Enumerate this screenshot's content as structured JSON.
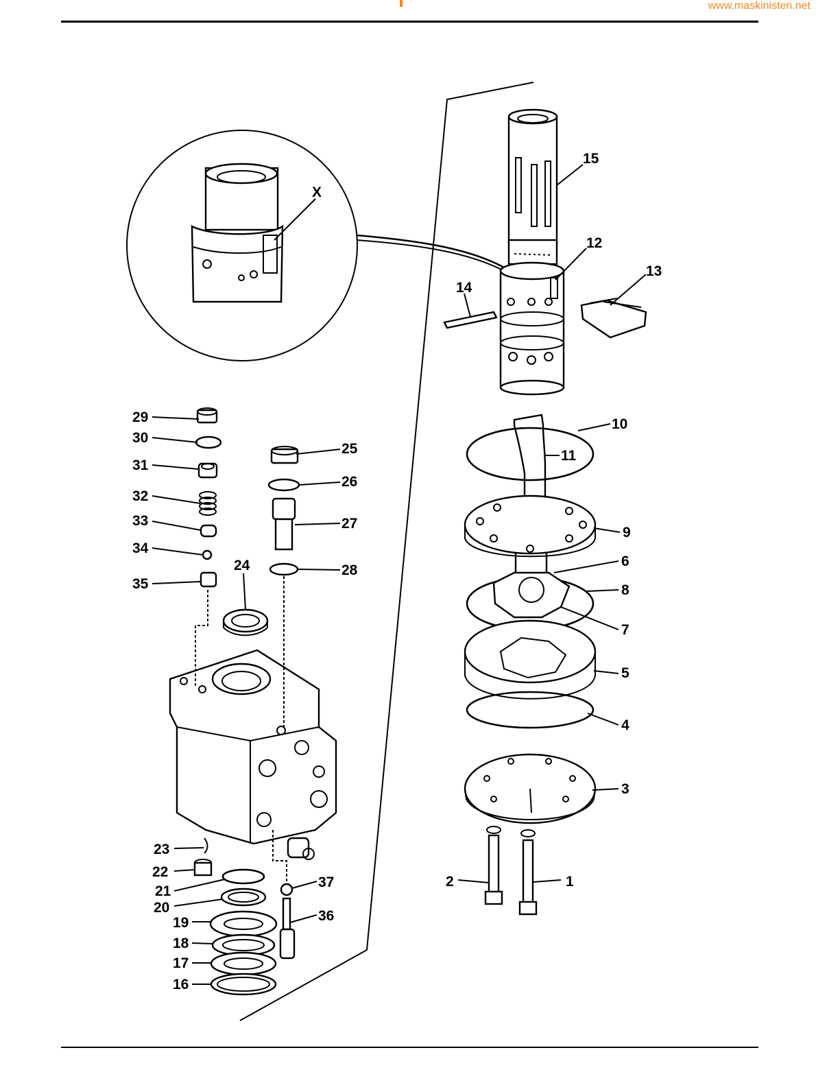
{
  "header": {
    "url": "www.maskinisten.net",
    "accent_color": "#f08a24"
  },
  "diagram": {
    "detail_label": "X",
    "callouts": [
      {
        "id": "c1",
        "text": "1"
      },
      {
        "id": "c2",
        "text": "2"
      },
      {
        "id": "c3",
        "text": "3"
      },
      {
        "id": "c4",
        "text": "4"
      },
      {
        "id": "c5",
        "text": "5"
      },
      {
        "id": "c6",
        "text": "6"
      },
      {
        "id": "c7",
        "text": "7"
      },
      {
        "id": "c8",
        "text": "8"
      },
      {
        "id": "c9",
        "text": "9"
      },
      {
        "id": "c10",
        "text": "10"
      },
      {
        "id": "c11",
        "text": "11"
      },
      {
        "id": "c12",
        "text": "12"
      },
      {
        "id": "c13",
        "text": "13"
      },
      {
        "id": "c14",
        "text": "14"
      },
      {
        "id": "c15",
        "text": "15"
      },
      {
        "id": "c16",
        "text": "16"
      },
      {
        "id": "c17",
        "text": "17"
      },
      {
        "id": "c18",
        "text": "18"
      },
      {
        "id": "c19",
        "text": "19"
      },
      {
        "id": "c20",
        "text": "20"
      },
      {
        "id": "c21",
        "text": "21"
      },
      {
        "id": "c22",
        "text": "22"
      },
      {
        "id": "c23",
        "text": "23"
      },
      {
        "id": "c24",
        "text": "24"
      },
      {
        "id": "c25",
        "text": "25"
      },
      {
        "id": "c26",
        "text": "26"
      },
      {
        "id": "c27",
        "text": "27"
      },
      {
        "id": "c28",
        "text": "28"
      },
      {
        "id": "c29",
        "text": "29"
      },
      {
        "id": "c30",
        "text": "30"
      },
      {
        "id": "c31",
        "text": "31"
      },
      {
        "id": "c32",
        "text": "32"
      },
      {
        "id": "c33",
        "text": "33"
      },
      {
        "id": "c34",
        "text": "34"
      },
      {
        "id": "c35",
        "text": "35"
      },
      {
        "id": "c36",
        "text": "36"
      },
      {
        "id": "c37",
        "text": "37"
      }
    ]
  }
}
